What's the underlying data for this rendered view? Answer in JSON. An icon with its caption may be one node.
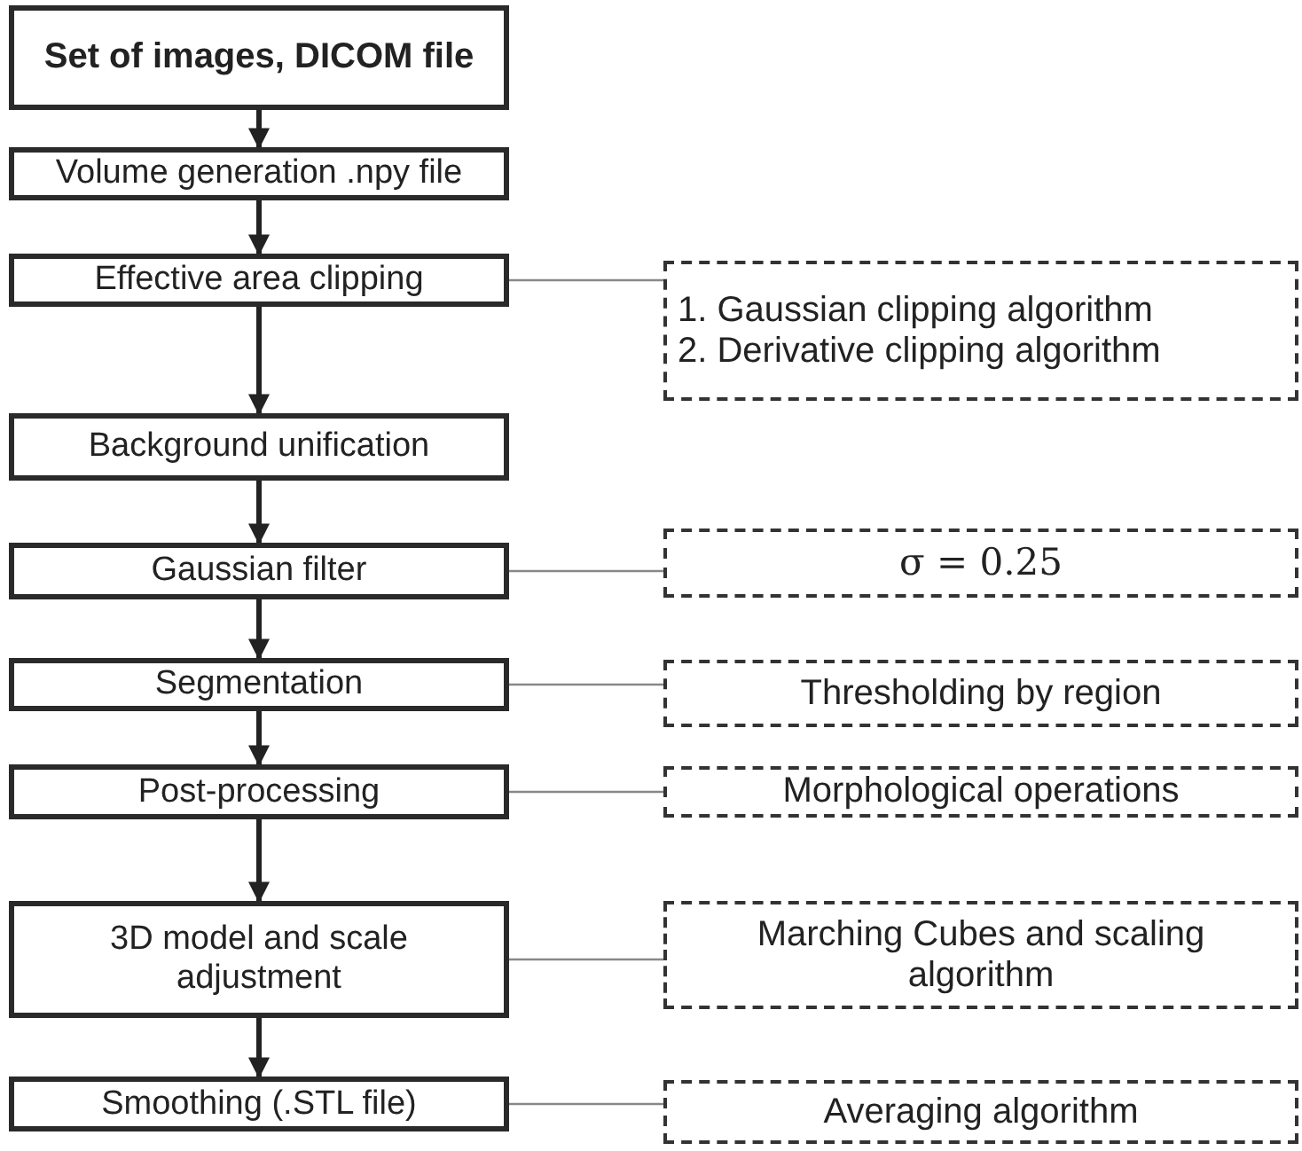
{
  "diagram": {
    "nodes": [
      {
        "text": [
          "Set of images, DICOM file"
        ]
      },
      {
        "text": [
          "Volume generation .npy file"
        ]
      },
      {
        "text": [
          "Effective area clipping"
        ]
      },
      {
        "text": [
          "Background unification"
        ]
      },
      {
        "text": [
          "Gaussian filter"
        ]
      },
      {
        "text": [
          "Segmentation"
        ]
      },
      {
        "text": [
          "Post-processing"
        ]
      },
      {
        "text": [
          "3D model and scale adjustment"
        ]
      },
      {
        "text": [
          "Smoothing (.STL file)"
        ]
      },
      {
        "text": [
          "1. Gaussian clipping algorithm",
          "2. Derivative clipping algorithm"
        ]
      },
      {
        "text": [
          "σ = 0.25"
        ]
      },
      {
        "text": [
          "Thresholding by region"
        ]
      },
      {
        "text": [
          "Morphological operations"
        ]
      },
      {
        "text": [
          "Marching Cubes and scaling algorithm"
        ]
      },
      {
        "text": [
          "Averaging algorithm"
        ]
      }
    ],
    "edges": [
      {
        "from": 0,
        "to": 1,
        "arrow": "to"
      },
      {
        "from": 1,
        "to": 2,
        "arrow": "to"
      },
      {
        "from": 2,
        "to": 3,
        "arrow": "to"
      },
      {
        "from": 3,
        "to": 4,
        "arrow": "to"
      },
      {
        "from": 4,
        "to": 5,
        "arrow": "to"
      },
      {
        "from": 5,
        "to": 6,
        "arrow": "to"
      },
      {
        "from": 6,
        "to": 7,
        "arrow": "to"
      },
      {
        "from": 7,
        "to": 8,
        "arrow": "to"
      },
      {
        "from": 2,
        "to": 9,
        "arrow": "none",
        "color": "#888888"
      },
      {
        "from": 4,
        "to": 10,
        "arrow": "none",
        "color": "#888888"
      },
      {
        "from": 5,
        "to": 11,
        "arrow": "none",
        "color": "#888888"
      },
      {
        "from": 6,
        "to": 12,
        "arrow": "none",
        "color": "#888888"
      },
      {
        "from": 7,
        "to": 13,
        "arrow": "none",
        "color": "#888888"
      },
      {
        "from": 8,
        "to": 14,
        "arrow": "none",
        "color": "#888888"
      }
    ]
  }
}
